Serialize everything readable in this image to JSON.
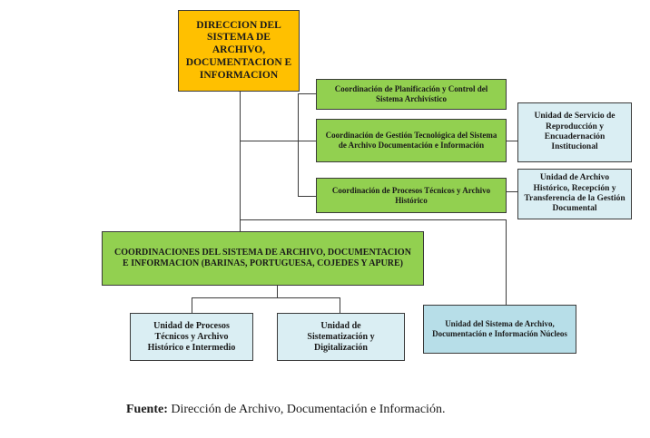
{
  "diagram": {
    "top": "DIRECCION DEL SISTEMA DE ARCHIVO, DOCUMENTACION E INFORMACION",
    "coord_planificacion": "Coordinación de Planificación y Control del Sistema Archivístico",
    "coord_gestion": "Coordinación de Gestión Tecnológica del Sistema de Archivo Documentación e Información",
    "coord_procesos": "Coordinación de Procesos Técnicos y Archivo Histórico",
    "unidad_servicio": "Unidad de Servicio de Reproducción y Encuadernación Institucional",
    "unidad_archivo": "Unidad de Archivo Histórico, Recepción y Transferencia de la Gestión Documental",
    "coordinaciones": "COORDINACIONES DEL SISTEMA DE ARCHIVO, DOCUMENTACION E INFORMACION (BARINAS, PORTUGUESA, COJEDES Y APURE)",
    "unidad_procesos": "Unidad de Procesos Técnicos y Archivo Histórico e Intermedio",
    "unidad_sistematizacion": "Unidad de Sistematización y Digitalización",
    "unidad_nucleos": "Unidad del Sistema de Archivo, Documentación e Información Núcleos"
  },
  "caption": {
    "bold": "Fuente:",
    "text": " Dirección  de Archivo, Documentación e Información."
  },
  "colors": {
    "orange": "#ffc000",
    "green": "#92d050",
    "light_blue": "#daeef3",
    "blue": "#b7dee8"
  }
}
